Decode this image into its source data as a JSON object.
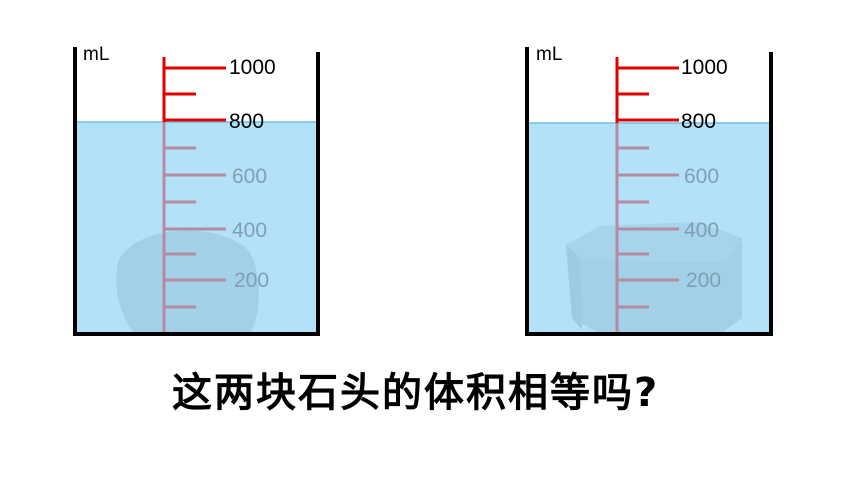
{
  "unit": "mL",
  "colors": {
    "water": "#a6dcf7",
    "scale_above": "#e00000",
    "scale_below": "#b48ca0",
    "label_above": "#000000",
    "label_below": "#7f9fb5"
  },
  "beakers": [
    {
      "name": "left-beaker",
      "labels": [
        "1000",
        "800",
        "600",
        "400",
        "200"
      ],
      "rock": "rounded-rock"
    },
    {
      "name": "right-beaker",
      "labels": [
        "1000",
        "800",
        "600",
        "400",
        "200"
      ],
      "rock": "flat-rock"
    }
  ],
  "question": "这两块石头的体积相等吗?"
}
